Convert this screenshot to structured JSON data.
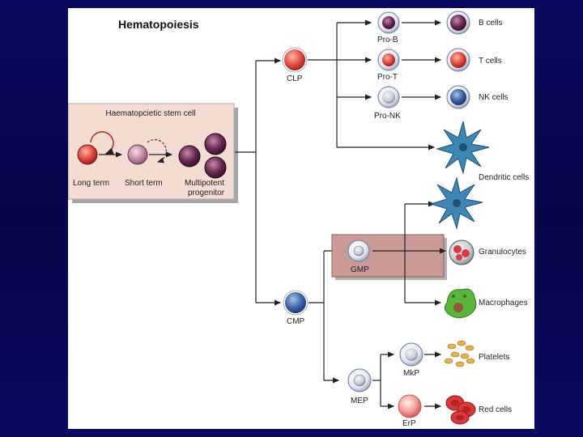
{
  "title": "Hematopoiesis",
  "hsc_box": {
    "title": "Haematopcietic stem cell",
    "long_term": "Long term",
    "short_term": "Short term",
    "multipotent_line1": "Multipotent",
    "multipotent_line2": "progenitor"
  },
  "progenitors": {
    "clp": "CLP",
    "cmp": "CMP",
    "gmp": "GMP",
    "mep": "MEP",
    "pro_b": "Pro-B",
    "pro_t": "Pro-T",
    "pro_nk": "Pro-NK",
    "mkp": "MkP",
    "erp": "ErP"
  },
  "mature": {
    "b_cells": "B cells",
    "t_cells": "T cells",
    "nk_cells": "NK cells",
    "dendritic_top": "Dendritic cells",
    "granulocytes": "Granulocytes",
    "macrophages": "Macrophages",
    "platelets": "Platelets",
    "red_cells": "Red cells"
  },
  "colors": {
    "background": "#0a0a5e",
    "hsc_box": "#f3ddd2",
    "gmp_box": "#c99a96",
    "b_cell": "#7a3b63",
    "t_cell": "#d8383a",
    "nk_cell": "#4f6f97",
    "dendritic": "#3e86b4",
    "macrophage": "#5ab53a"
  }
}
